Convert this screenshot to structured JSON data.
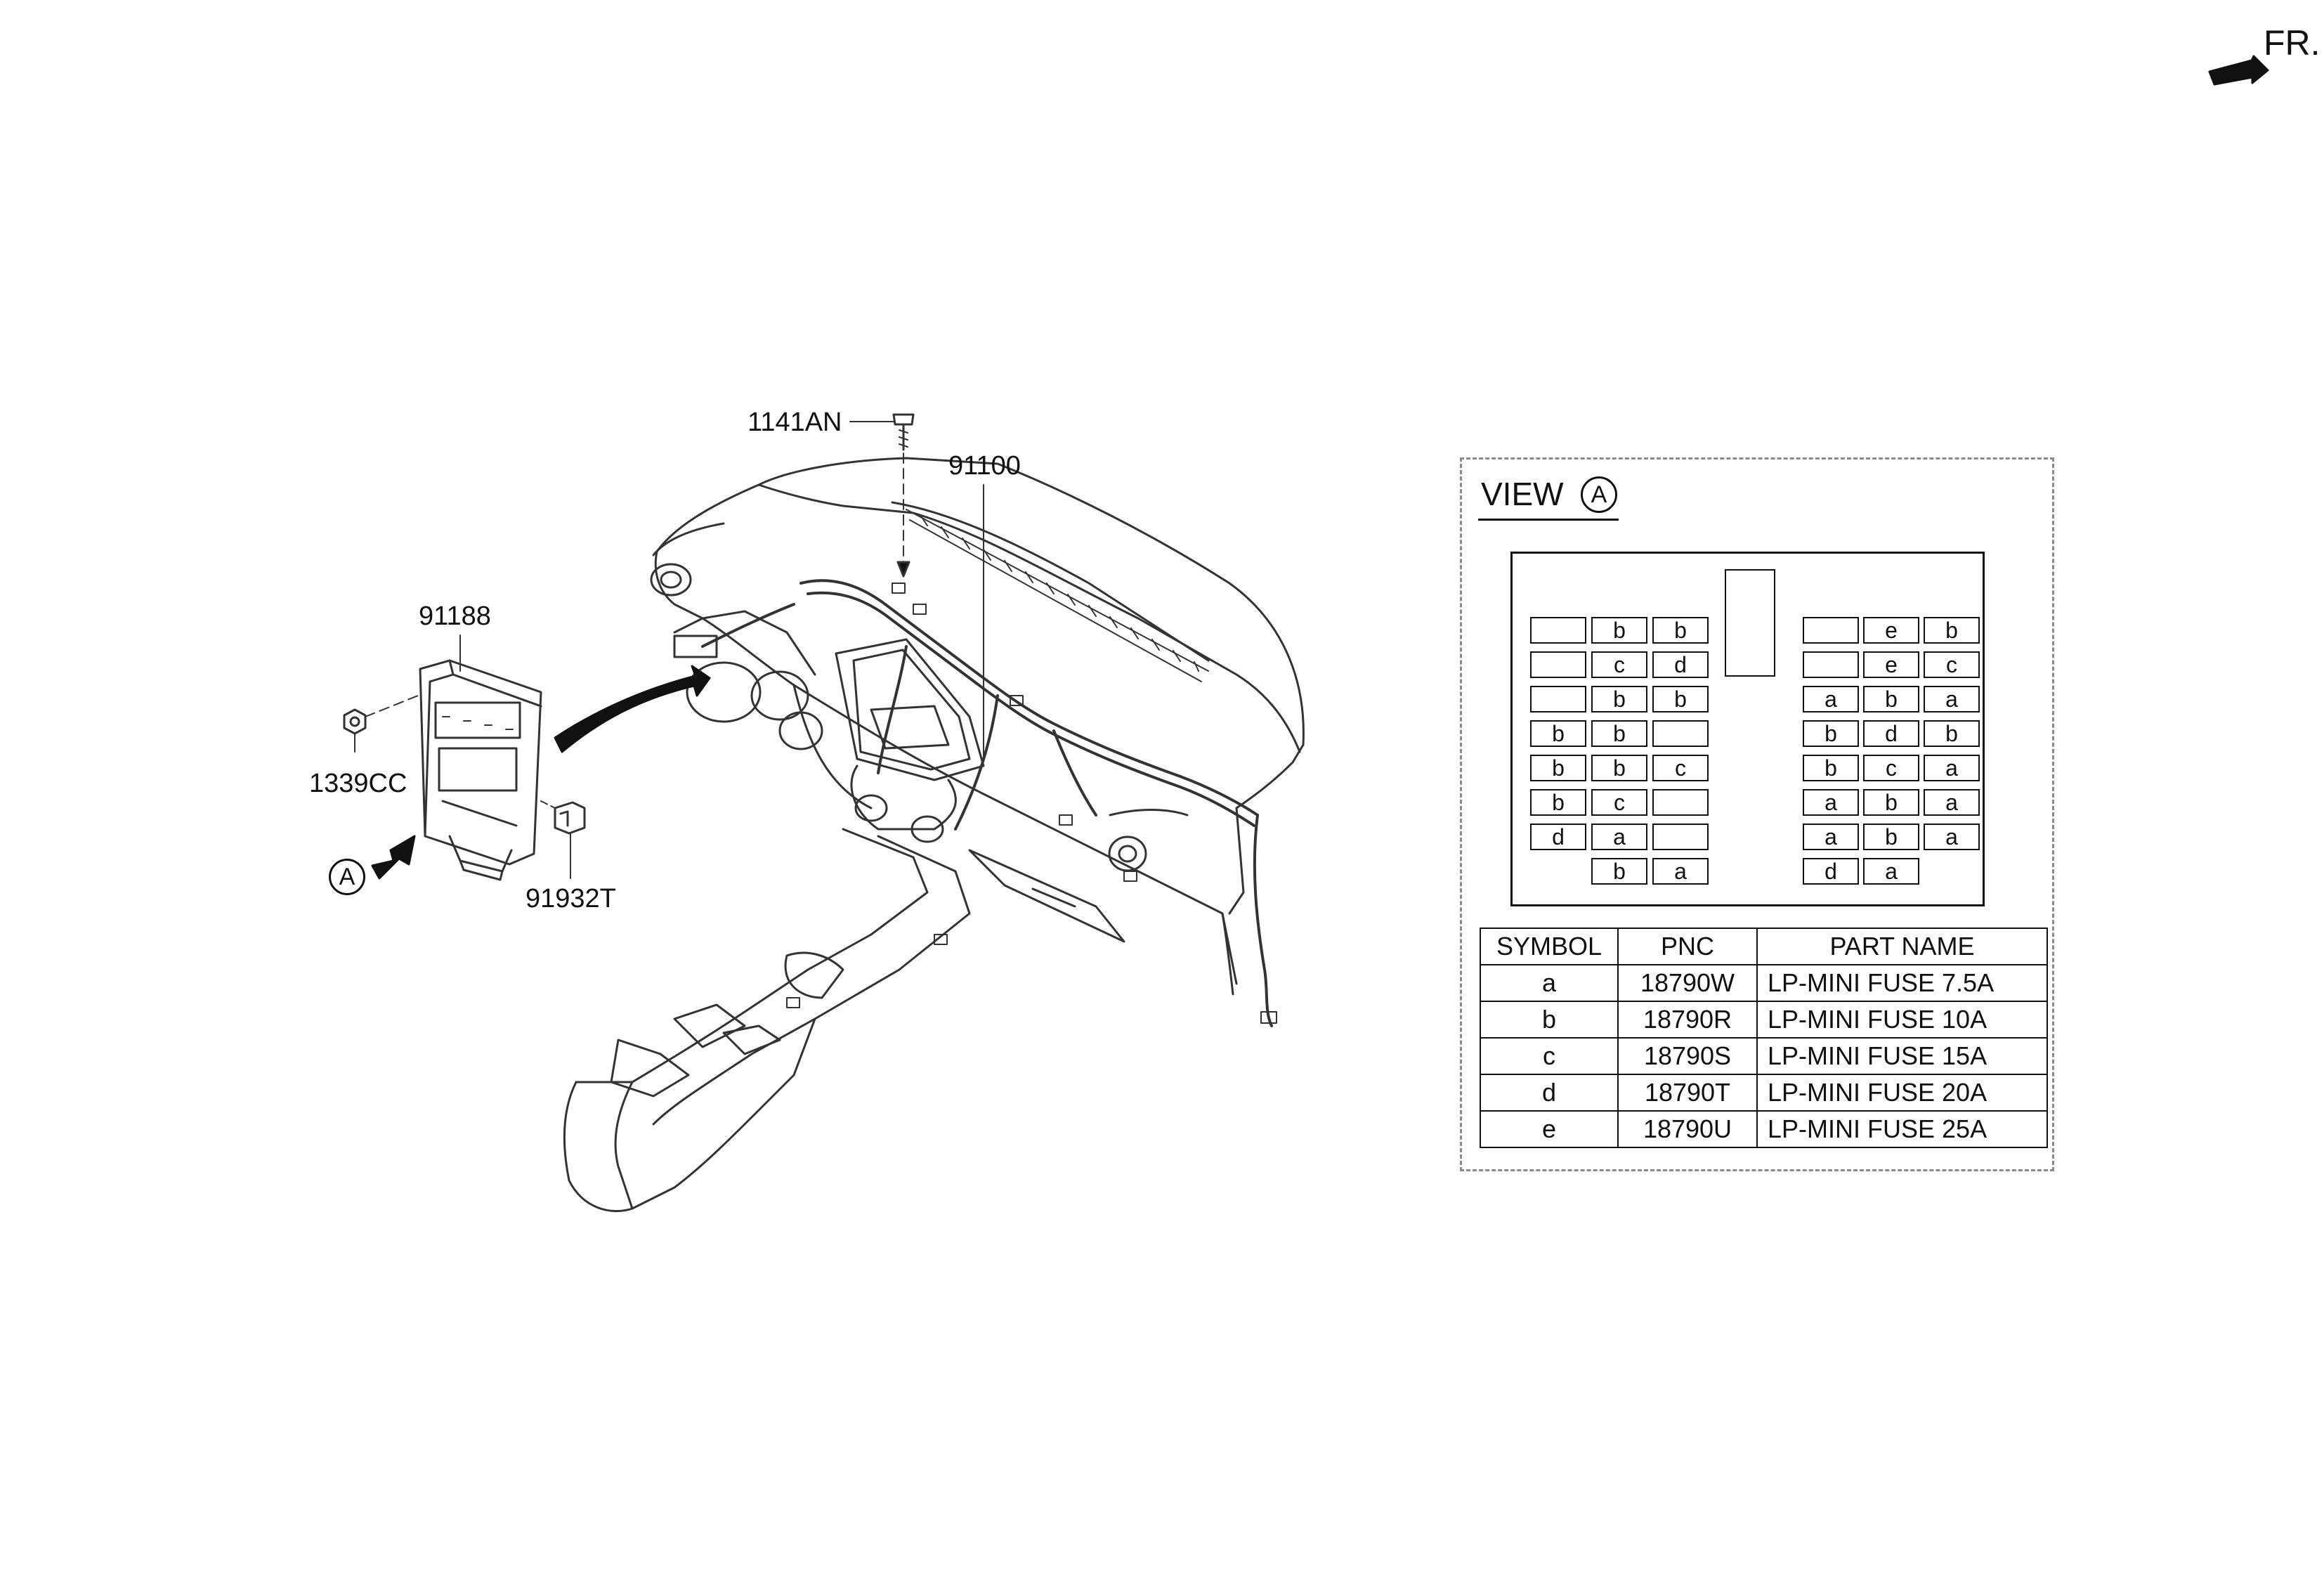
{
  "direction": {
    "label": "FR.",
    "icon": "front-direction-arrow-icon"
  },
  "callouts": {
    "p1141AN": "1141AN",
    "p91100": "91100",
    "p91188": "91188",
    "p1339CC": "1339CC",
    "p91932T": "91932T",
    "view_marker": "A"
  },
  "view": {
    "title": "VIEW",
    "marker": "A",
    "fuse_grid": {
      "left_columns": [
        [
          "",
          "b",
          "b"
        ],
        [
          "",
          "c",
          "d"
        ],
        [
          "",
          "b",
          "b"
        ],
        [
          "b",
          "b",
          ""
        ],
        [
          "b",
          "b",
          "c"
        ],
        [
          "b",
          "c",
          ""
        ],
        [
          "d",
          "a",
          ""
        ],
        [
          null,
          "b",
          "a"
        ]
      ],
      "right_columns": [
        [
          "",
          "e",
          "b"
        ],
        [
          "",
          "e",
          "c"
        ],
        [
          "a",
          "b",
          "a"
        ],
        [
          "b",
          "d",
          "b"
        ],
        [
          "b",
          "c",
          "a"
        ],
        [
          "a",
          "b",
          "a"
        ],
        [
          "a",
          "b",
          "a"
        ],
        [
          "d",
          "a",
          null
        ]
      ]
    },
    "legend": {
      "headers": [
        "SYMBOL",
        "PNC",
        "PART NAME"
      ],
      "rows": [
        [
          "a",
          "18790W",
          "LP-MINI FUSE 7.5A"
        ],
        [
          "b",
          "18790R",
          "LP-MINI FUSE 10A"
        ],
        [
          "c",
          "18790S",
          "LP-MINI FUSE 15A"
        ],
        [
          "d",
          "18790T",
          "LP-MINI FUSE 20A"
        ],
        [
          "e",
          "18790U",
          "LP-MINI FUSE 25A"
        ]
      ]
    }
  }
}
